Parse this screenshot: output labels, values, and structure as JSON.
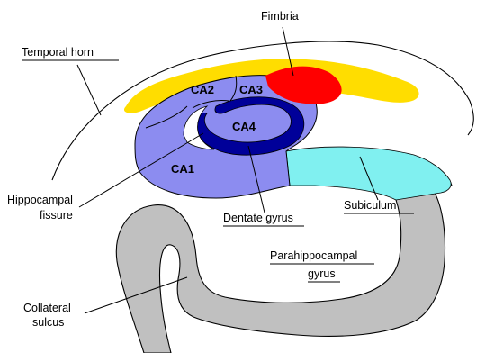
{
  "labels": {
    "fimbria": "Fimbria",
    "temporal_horn": "Temporal horn",
    "hippocampal_fissure_line1": "Hippocampal",
    "hippocampal_fissure_line2": "fissure",
    "dentate_gyrus": "Dentate gyrus",
    "subiculum": "Subiculum",
    "parahippocampal_line1": "Parahippocampal",
    "parahippocampal_line2": "gyrus",
    "collateral_line1": "Collateral",
    "collateral_line2": "sulcus"
  },
  "regions": {
    "ca1": "CA1",
    "ca2": "CA2",
    "ca3": "CA3",
    "ca4": "CA4"
  },
  "colors": {
    "ca_fields": "#8c8cf0",
    "dentate_gyrus": "#000099",
    "subiculum": "#80f0f0",
    "fimbria": "#ff0000",
    "alveus": "#ffdd00",
    "parahippocampal": "#c0c0c0"
  }
}
